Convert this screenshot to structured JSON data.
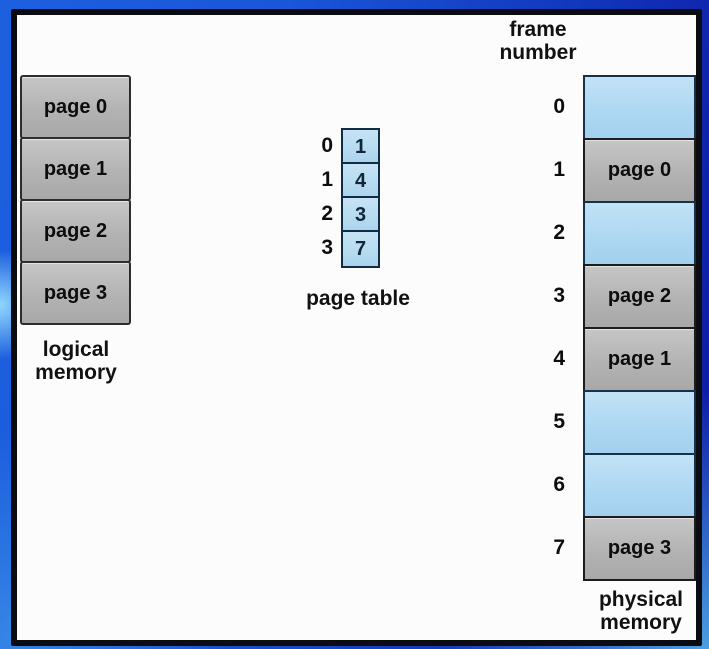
{
  "colors": {
    "background_blue": "#1c60e0",
    "panel_background": "#fcfcfc",
    "panel_border": "#0b0b12",
    "page_box_gray": "#b3b3b3",
    "table_cell_blue": "#b6dbf1",
    "empty_frame_blue": "#aed8f2"
  },
  "logical_memory": {
    "caption": "logical\nmemory",
    "pages": [
      {
        "label": "page 0"
      },
      {
        "label": "page 1"
      },
      {
        "label": "page 2"
      },
      {
        "label": "page 3"
      }
    ]
  },
  "page_table": {
    "caption": "page table",
    "rows": [
      {
        "index": "0",
        "value": "1"
      },
      {
        "index": "1",
        "value": "4"
      },
      {
        "index": "2",
        "value": "3"
      },
      {
        "index": "3",
        "value": "7"
      }
    ]
  },
  "physical_memory": {
    "header": "frame\nnumber",
    "caption": "physical\nmemory",
    "frames": [
      {
        "number": "0",
        "label": "",
        "state": "empty"
      },
      {
        "number": "1",
        "label": "page 0",
        "state": "filled"
      },
      {
        "number": "2",
        "label": "",
        "state": "empty"
      },
      {
        "number": "3",
        "label": "page 2",
        "state": "filled"
      },
      {
        "number": "4",
        "label": "page 1",
        "state": "filled"
      },
      {
        "number": "5",
        "label": "",
        "state": "empty"
      },
      {
        "number": "6",
        "label": "",
        "state": "empty"
      },
      {
        "number": "7",
        "label": "page 3",
        "state": "filled"
      }
    ]
  }
}
